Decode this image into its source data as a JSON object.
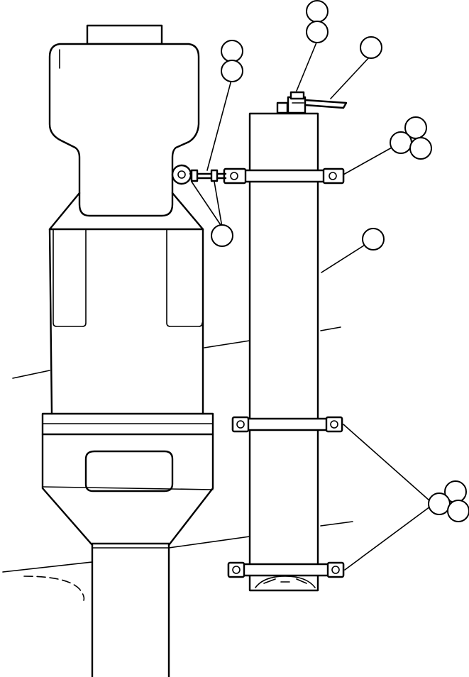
{
  "diagram": {
    "kind": "exploded parts view",
    "components": [
      "air-cleaner-body",
      "precleaner-cap",
      "exhaust-tube",
      "exhaust-mounting-bracket",
      "exhaust-mounting-clamp",
      "sensor-connector",
      "wiring-harness"
    ],
    "callouts": [
      {
        "id": "callout-top-a",
        "label": ""
      },
      {
        "id": "callout-top-b",
        "label": ""
      },
      {
        "id": "callout-harness",
        "label": ""
      },
      {
        "id": "callout-cap-a",
        "label": ""
      },
      {
        "id": "callout-cap-b",
        "label": ""
      },
      {
        "id": "callout-bracket-a",
        "label": ""
      },
      {
        "id": "callout-bracket-b",
        "label": ""
      },
      {
        "id": "callout-bracket-c",
        "label": ""
      },
      {
        "id": "callout-bolts",
        "label": ""
      },
      {
        "id": "callout-tube",
        "label": ""
      },
      {
        "id": "callout-clamps-a",
        "label": ""
      },
      {
        "id": "callout-clamps-b",
        "label": ""
      },
      {
        "id": "callout-clamps-c",
        "label": ""
      }
    ]
  }
}
